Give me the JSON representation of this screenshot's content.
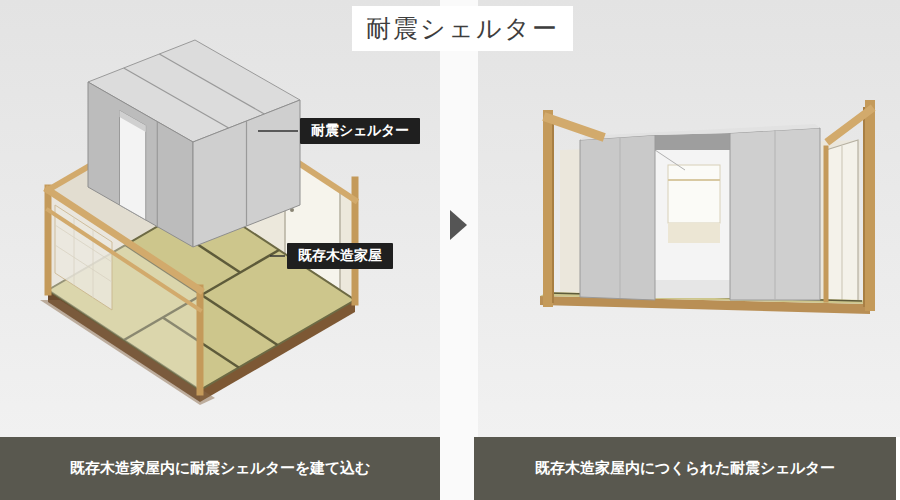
{
  "diagram": {
    "title": "耐震シェルター",
    "nodes": [
      {
        "text": [
          "耐震シェルター"
        ]
      },
      {
        "text": [
          "既存木造家屋"
        ]
      },
      {
        "text": [
          "既存木造家屋内に耐震シェルターを建て込む"
        ]
      },
      {
        "text": [
          "既存木造家屋内につくられた耐震シェルター"
        ]
      }
    ]
  }
}
